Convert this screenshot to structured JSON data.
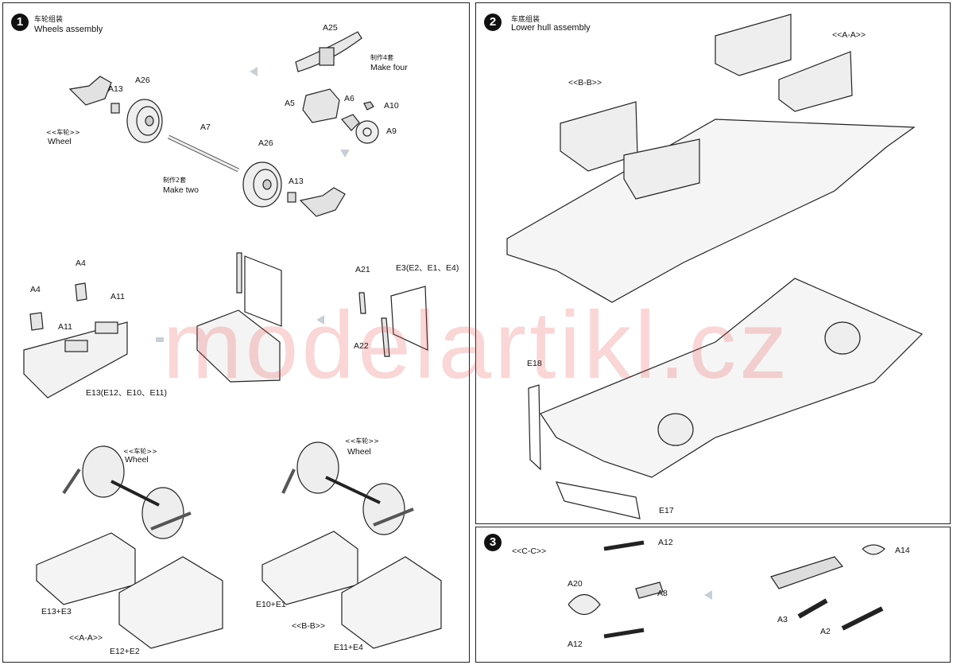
{
  "steps": [
    {
      "number": "1",
      "title_cn": "车轮组装",
      "title_en": "Wheels assembly"
    },
    {
      "number": "2",
      "title_cn": "车底组装",
      "title_en": "Lower hull assembly"
    },
    {
      "number": "3"
    }
  ],
  "step1": {
    "labels": {
      "a25": "A25",
      "make4_cn": "制作4套",
      "make4_en": "Make four",
      "a5": "A5",
      "a6": "A6",
      "a10": "A10",
      "a9": "A9",
      "a13_top": "A13",
      "a26_top": "A26",
      "wheel_cn": "<<车轮>>",
      "wheel_en": "Wheel",
      "a7": "A7",
      "a26_mid": "A26",
      "make2_cn": "制作2套",
      "make2_en": "Make two",
      "a13_mid": "A13",
      "a4_left": "A4",
      "a4_right": "A4",
      "a11_left": "A11",
      "a11_right": "A11",
      "e13": "E13(E12、E10、E11)",
      "a21": "A21",
      "e3": "E3(E2、E1、E4)",
      "a22": "A22",
      "wheel1_cn": "<<车轮>>",
      "wheel1_en": "Wheel",
      "wheel2_cn": "<<车轮>>",
      "wheel2_en": "Wheel",
      "e13e3": "E13+E3",
      "aa": "<<A-A>>",
      "e12e2": "E12+E2",
      "e10e1": "E10+E1",
      "bb": "<<B-B>>",
      "e11e4": "E11+E4"
    }
  },
  "step2": {
    "labels": {
      "bb": "<<B-B>>",
      "aa": "<<A-A>>",
      "e18": "E18",
      "e17": "E17"
    }
  },
  "step3": {
    "labels": {
      "cc": "<<C-C>>",
      "a12_top": "A12",
      "a20": "A20",
      "a8": "A8",
      "a12_bottom": "A12",
      "a14": "A14",
      "a3": "A3",
      "a2": "A2"
    }
  },
  "watermark": "modelartikl.cz"
}
